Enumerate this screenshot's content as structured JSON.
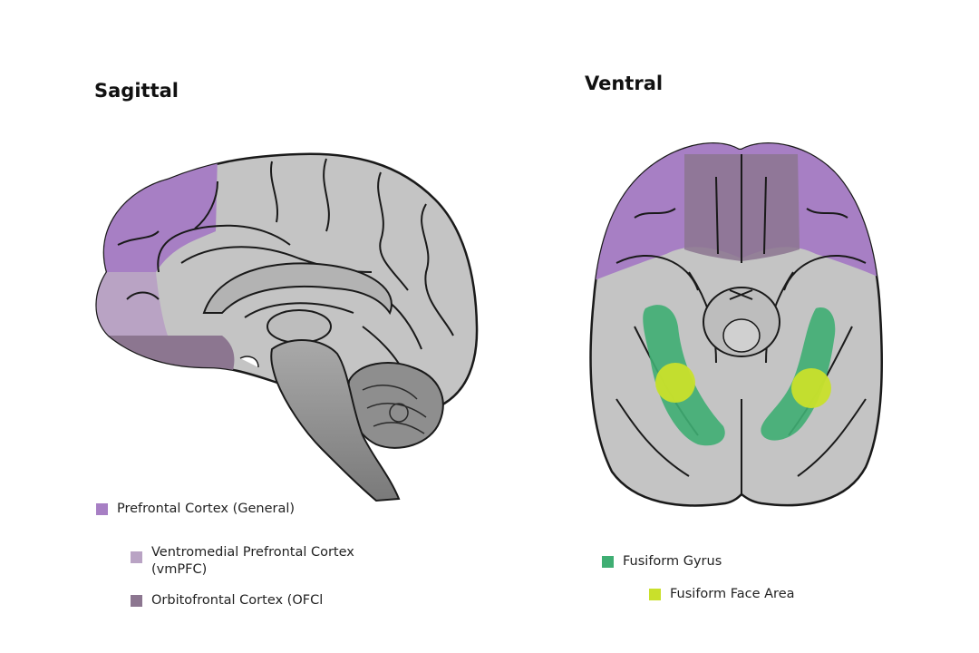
{
  "titles": {
    "sagittal": "Sagittal",
    "ventral": "Ventral"
  },
  "colors": {
    "brain_fill": "#c4c4c4",
    "brain_outline": "#1a1a1a",
    "prefrontal": "#a77fc4",
    "vmpfc": "#b9a3c4",
    "ofc": "#8c7690",
    "fusiform_gyrus": "#3fae73",
    "fusiform_face_area": "#c9e02b",
    "brainstem": "#8a8a8a"
  },
  "legend": {
    "prefrontal": "Prefrontal Cortex (General)",
    "vmpfc_line1": "Ventromedial Prefrontal Cortex",
    "vmpfc_line2": "(vmPFC)",
    "ofc": "Orbitofrontal Cortex (OFCl",
    "fusiform_gyrus": "Fusiform Gyrus",
    "fusiform_face_area": "Fusiform Face Area"
  }
}
